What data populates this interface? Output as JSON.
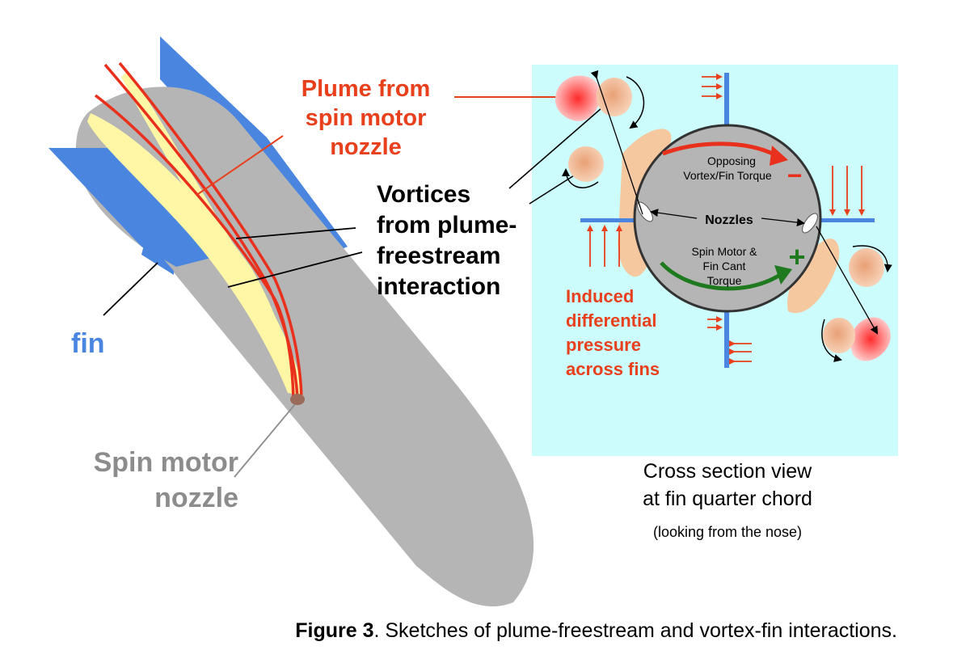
{
  "left_sketch": {
    "plume_label": [
      "Plume from",
      "spin motor",
      "nozzle"
    ],
    "vortices_label": [
      "Vortices",
      "from plume-",
      "freestream",
      "interaction"
    ],
    "fin_label": "fin",
    "nozzle_label": [
      "Spin motor",
      "nozzle"
    ]
  },
  "cross_section": {
    "opposing_label": [
      "Opposing",
      "Vortex/Fin Torque"
    ],
    "minus_sign": "−",
    "nozzles_label": "Nozzles",
    "spin_label": [
      "Spin Motor &",
      "Fin Cant",
      "Torque"
    ],
    "plus_sign": "+",
    "induced_label": [
      "Induced",
      "differential",
      "pressure",
      "across fins"
    ],
    "caption": [
      "Cross section view",
      "at fin quarter chord"
    ],
    "subcaption": "(looking from the nose)"
  },
  "figure_caption": {
    "number": "Figure 3",
    "text": ". Sketches of plume-freestream and vortex-fin interactions."
  },
  "colors": {
    "body_gray": "#b5b5b5",
    "fin_blue": "#4a86e0",
    "plume_yellow": "#fff6a6",
    "plume_red": "#e8301c",
    "panel_cyan": "#ccfcfc",
    "vortex_orange": "#f5c8a0",
    "torque_green": "#1f7a1f"
  }
}
